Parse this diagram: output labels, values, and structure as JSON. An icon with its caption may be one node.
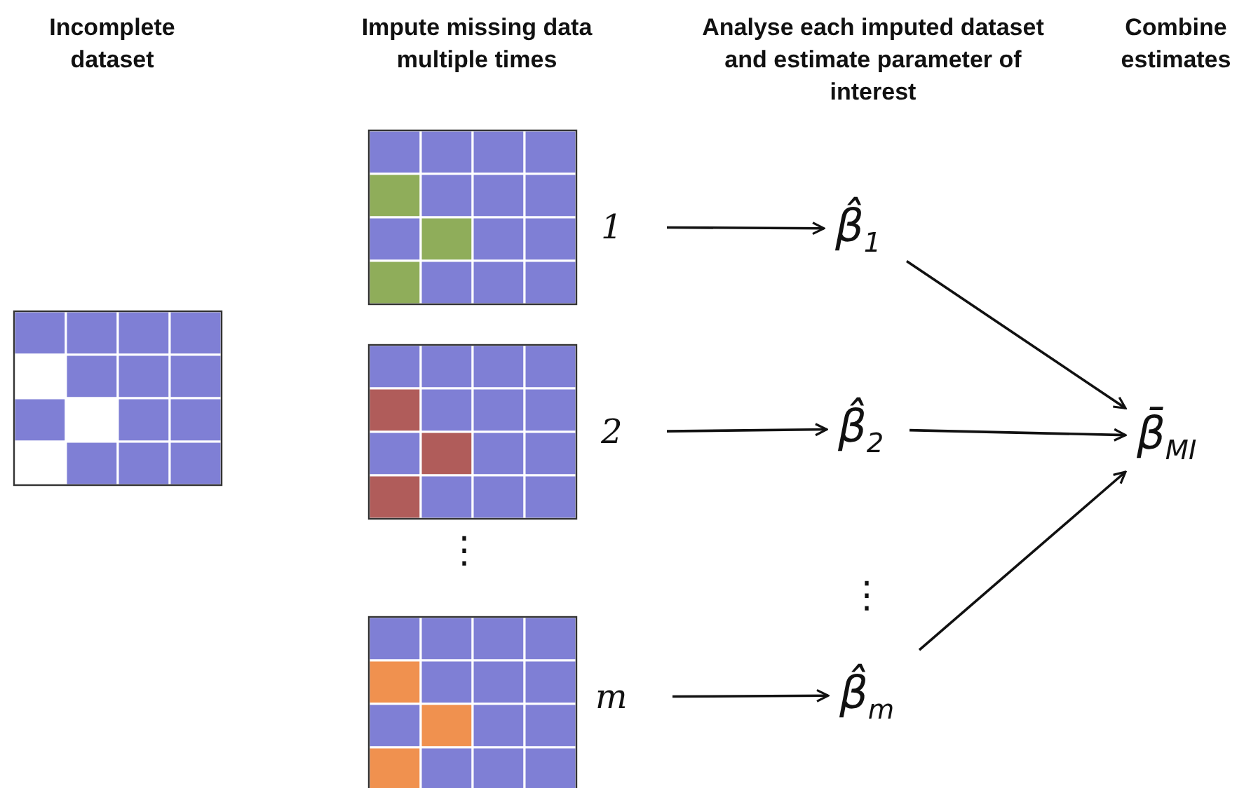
{
  "diagram": {
    "nodes": [
      {
        "text": [
          "1"
        ]
      },
      {
        "text": [
          "2"
        ]
      },
      {
        "text": [
          "m"
        ]
      },
      {
        "text": [
          "β̂$_{1}$"
        ]
      },
      {
        "text": [
          "β̂$_{2}$"
        ]
      },
      {
        "text": [
          "β̂$_{m}$"
        ]
      },
      {
        "text": [
          "β̄$_{MI}$"
        ]
      }
    ],
    "edges": [
      {
        "from": 0,
        "to": 3,
        "arrow": "to"
      },
      {
        "from": 1,
        "to": 4,
        "arrow": "to"
      },
      {
        "from": 2,
        "to": 5,
        "arrow": "to"
      },
      {
        "from": 3,
        "to": 6,
        "arrow": "to"
      },
      {
        "from": 4,
        "to": 6,
        "arrow": "to"
      },
      {
        "from": 5,
        "to": 6,
        "arrow": "to"
      }
    ],
    "labels": [
      "Incomplete dataset",
      "Impute missing data multiple times",
      "Analyse each imputed dataset and estimate parameter of interest",
      "Combine estimates",
      "⋮",
      "⋮"
    ]
  }
}
